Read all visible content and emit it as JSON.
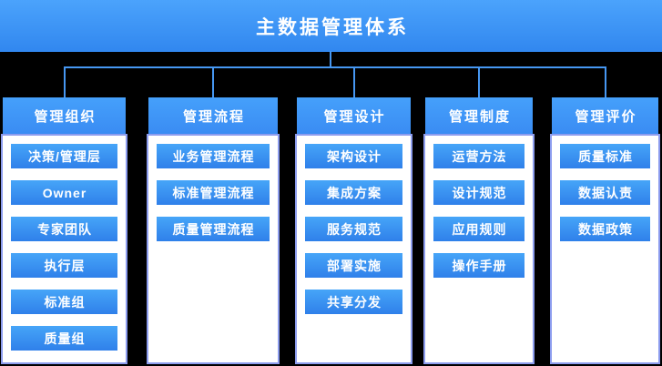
{
  "title": "主数据管理体系",
  "columns": [
    {
      "header": "管理组织",
      "items": [
        "决策/管理层",
        "Owner",
        "专家团队",
        "执行层",
        "标准组",
        "质量组"
      ]
    },
    {
      "header": "管理流程",
      "items": [
        "业务管理流程",
        "标准管理流程",
        "质量管理流程"
      ]
    },
    {
      "header": "管理设计",
      "items": [
        "架构设计",
        "集成方案",
        "服务规范",
        "部署实施",
        "共享分发"
      ]
    },
    {
      "header": "管理制度",
      "items": [
        "运营方法",
        "设计规范",
        "应用规则",
        "操作手册"
      ]
    },
    {
      "header": "管理评价",
      "items": [
        "质量标准",
        "数据认责",
        "数据政策"
      ]
    }
  ],
  "colors": {
    "background": "#000000",
    "title_bar_top": "#4ba3fc",
    "title_bar_bottom": "#3187ef",
    "header_top": "#45a0fb",
    "header_bottom": "#3a8cf3",
    "item_top": "#46a5f8",
    "item_bottom": "#2f80ea",
    "connector_line": "#4697f2",
    "panel_background": "#ffffff",
    "panel_border": "#8c9cee",
    "text": "#ffffff"
  }
}
